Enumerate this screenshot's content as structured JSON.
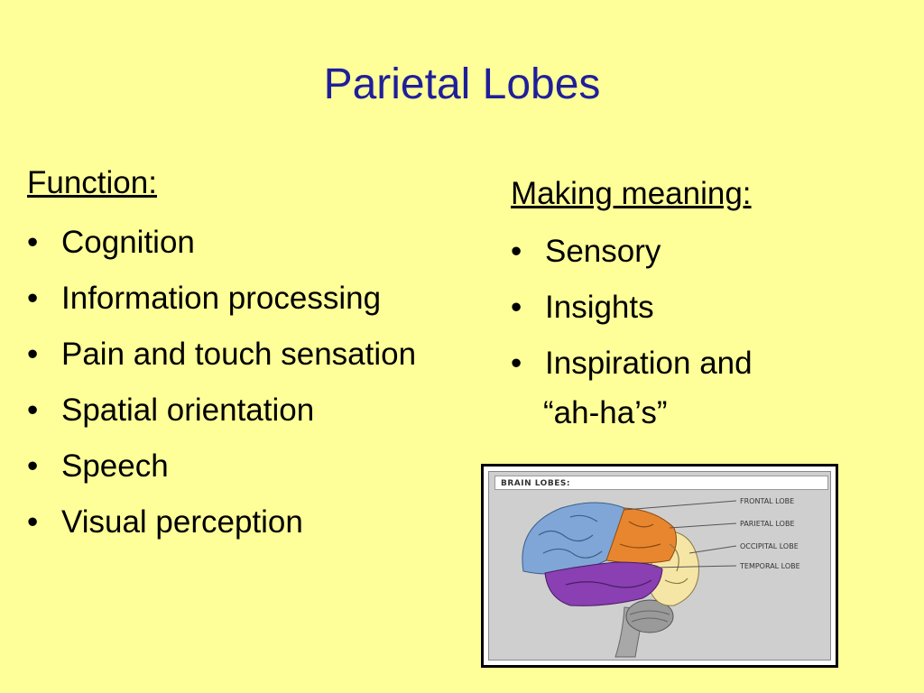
{
  "slide": {
    "title": "Parietal Lobes",
    "background": "#FFFF99",
    "title_color": "#1F1F9A"
  },
  "function": {
    "heading": "Function:",
    "items": [
      "Cognition",
      "Information processing",
      "Pain and touch sensation",
      "Spatial orientation",
      "Speech",
      "Visual perception"
    ]
  },
  "making_meaning": {
    "heading": "Making meaning:",
    "items": [
      "Sensory",
      "Insights",
      "Inspiration and"
    ],
    "continuation": "“ah-ha’s”"
  },
  "figure": {
    "title": "BRAIN LOBES:",
    "labels": {
      "frontal": "FRONTAL LOBE",
      "parietal": "PARIETAL LOBE",
      "occipital": "OCCIPITAL LOBE",
      "temporal": "TEMPORAL LOBE"
    },
    "colors": {
      "frontal": "#7FA6D6",
      "parietal": "#E8862F",
      "occipital": "#F6E6A6",
      "temporal": "#8A3FB3",
      "cerebellum": "#9A9A9A"
    }
  },
  "bullet": "•"
}
